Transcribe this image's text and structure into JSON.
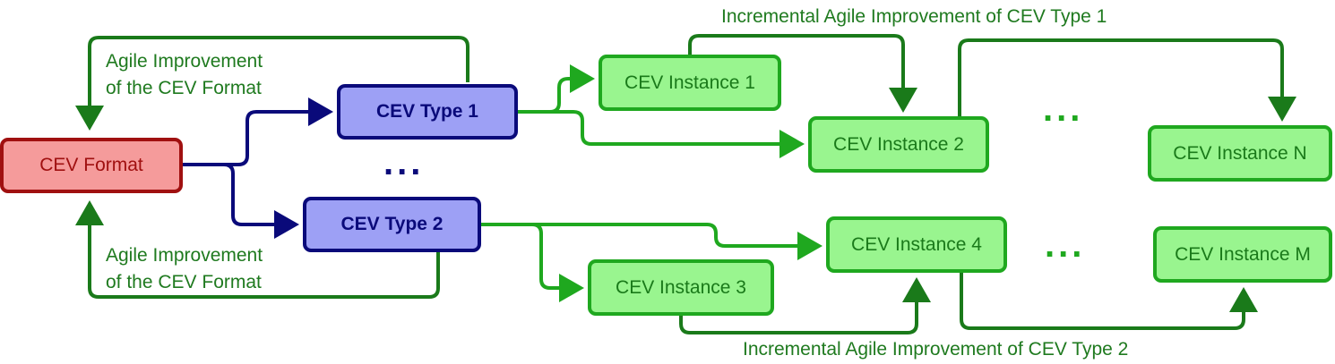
{
  "nodes": {
    "format": "CEV Format",
    "type1": "CEV Type 1",
    "type2": "CEV Type 2",
    "instance1": "CEV Instance 1",
    "instance2": "CEV Instance 2",
    "instance3": "CEV Instance 3",
    "instance4": "CEV Instance 4",
    "instanceN": "CEV Instance N",
    "instanceM": "CEV Instance M"
  },
  "labels": {
    "agile_top_line1": "Agile Improvement",
    "agile_top_line2": "of the CEV Format",
    "agile_bottom_line1": "Agile Improvement",
    "agile_bottom_line2": "of the CEV Format",
    "incremental_type1": "Incremental Agile Improvement of CEV Type 1",
    "incremental_type2": "Incremental Agile Improvement of CEV Type 2"
  },
  "ellipsis": {
    "types": "...",
    "row1": "...",
    "row2": "..."
  },
  "colors": {
    "format_fill": "#f59b9b",
    "format_border": "#a01010",
    "type_fill": "#9da0f5",
    "type_border": "#0a0a7a",
    "instance_fill": "#99f58f",
    "instance_border": "#1fa81f",
    "improvement_arrow": "#1a7a1a"
  }
}
